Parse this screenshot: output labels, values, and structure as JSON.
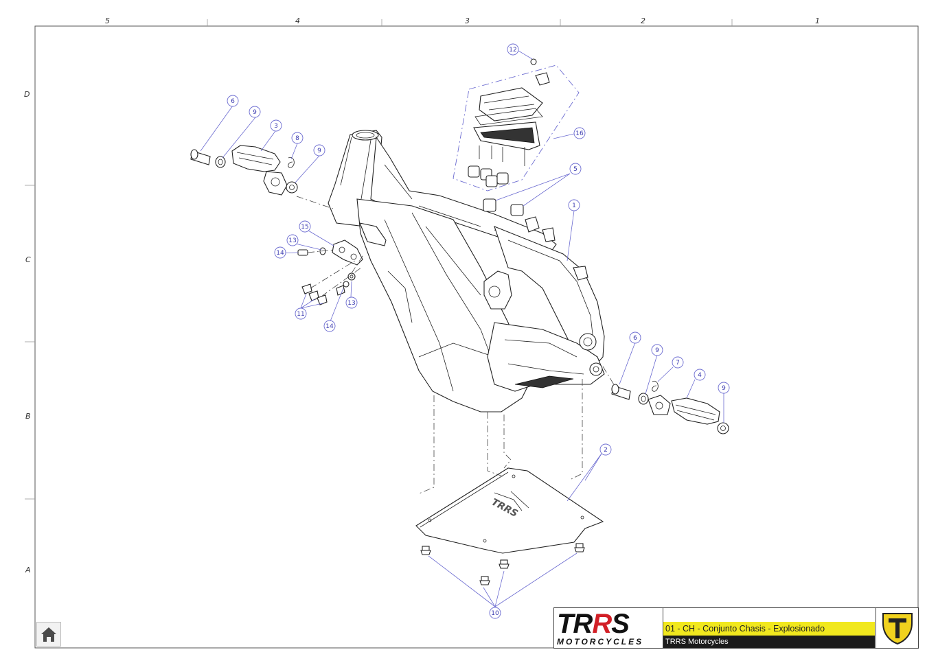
{
  "sheet": {
    "columns": [
      "5",
      "4",
      "3",
      "2",
      "1"
    ],
    "rows": [
      "D",
      "C",
      "B",
      "A"
    ]
  },
  "callouts": [
    "1",
    "2",
    "3",
    "4",
    "5",
    "5",
    "6",
    "6",
    "7",
    "8",
    "9",
    "9",
    "9",
    "9",
    "10",
    "11",
    "12",
    "13",
    "13",
    "14",
    "14",
    "15",
    "16"
  ],
  "title_block": {
    "logo_text_a": "TR",
    "logo_text_b": "R",
    "logo_text_c": "S",
    "logo_subtitle": "MOTORCYCLES",
    "drawing_title": "01 - CH - Conjunto Chasis - Explosionado",
    "company": "TRRS Motorcycles"
  },
  "colors": {
    "callout": "#6a6ad0",
    "title_yellow": "#f1e81e",
    "title_black": "#1b1b1b",
    "logo_red": "#d21f26",
    "brand_yellow": "#f1d21e"
  },
  "icons": {
    "home": "home-icon",
    "brand": "trrs-shield-icon"
  }
}
